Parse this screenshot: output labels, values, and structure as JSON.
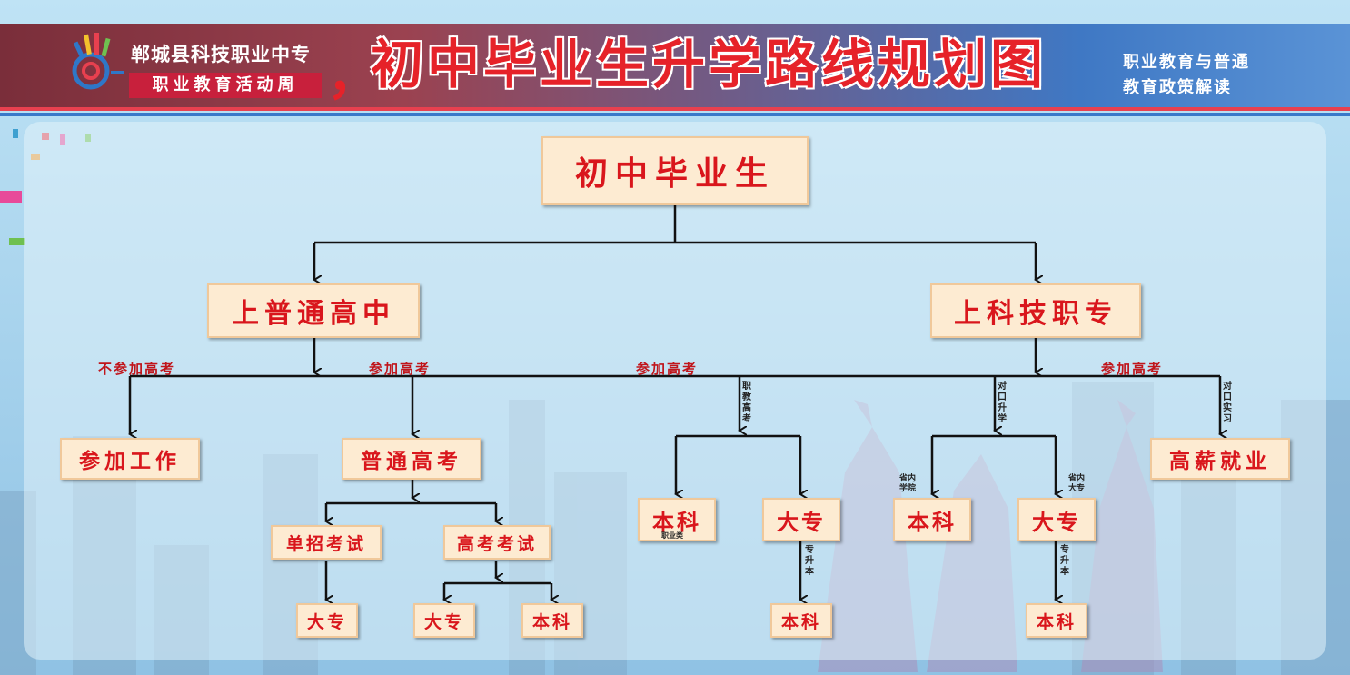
{
  "header": {
    "school_name": "郸城县科技职业中专",
    "activity_label": "职业教育活动周",
    "comma": "，",
    "main_title": "初中毕业生升学路线规划图",
    "subtitle_line1": "职业教育与普通",
    "subtitle_line2": "教育政策解读"
  },
  "diagram": {
    "root": "初中毕业生",
    "branch_left": "上普通高中",
    "branch_right": "上科技职专",
    "labels": {
      "no_exam": "不参加高考",
      "exam_left": "参加高考",
      "exam_mid": "参加高考",
      "exam_right": "参加高考",
      "vocational_exam": "职教高考",
      "counterpart": "对口升学",
      "internship": "对口实习",
      "in_province_college": "省内学院",
      "in_province_junior": "省内大专",
      "upgrade_1": "专升本",
      "upgrade_2": "专升本",
      "vocational_category": "职业类"
    },
    "nodes": {
      "work": "参加工作",
      "regular_exam": "普通高考",
      "single_exam": "单招考试",
      "gaokao": "高考考试",
      "single_junior": "大专",
      "gaokao_junior": "大专",
      "gaokao_bachelor": "本科",
      "voc_bachelor": "本科",
      "voc_junior": "大专",
      "voc_junior_bachelor": "本科",
      "cp_bachelor": "本科",
      "cp_junior": "大专",
      "cp_junior_bachelor": "本科",
      "employment": "高薪就业"
    }
  },
  "colors": {
    "title_red": "#e62229",
    "box_fill": "#fdebd2",
    "header_left": "#7a2e3a",
    "header_right": "#3f78c4"
  },
  "icons": [
    "school-logo-icon"
  ]
}
